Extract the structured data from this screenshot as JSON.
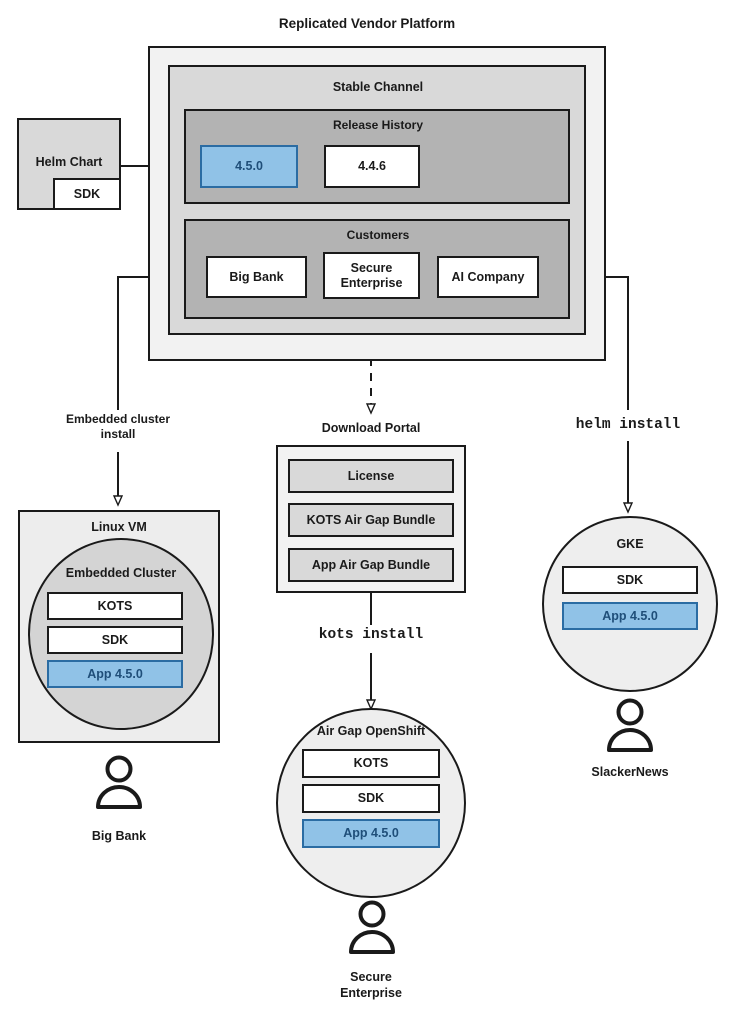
{
  "diagram": {
    "title": "Replicated Vendor Platform",
    "platform": {
      "channel_title": "Stable Channel",
      "release_history": {
        "title": "Release History",
        "releases": [
          {
            "version": "4.5.0",
            "highlighted": true
          },
          {
            "version": "4.4.6",
            "highlighted": false
          }
        ]
      },
      "customers": {
        "title": "Customers",
        "items": [
          {
            "name": "Big Bank"
          },
          {
            "name": "Secure\nEnterprise"
          },
          {
            "name": "AI Company"
          }
        ]
      }
    },
    "helm_chart": {
      "title": "Helm Chart",
      "sdk_label": "SDK"
    },
    "connectors": {
      "embedded_cluster_install": "Embedded cluster\ninstall",
      "kots_install": "kots install",
      "helm_install": "helm install"
    },
    "download_portal": {
      "title": "Download Portal",
      "artifacts": [
        "License",
        "KOTS Air Gap Bundle",
        "App Air Gap Bundle"
      ]
    },
    "environments": [
      {
        "id": "linux-vm",
        "title": "Linux VM",
        "inner_title": "Embedded Cluster",
        "components": [
          {
            "label": "KOTS",
            "highlighted": false
          },
          {
            "label": "SDK",
            "highlighted": false
          },
          {
            "label": "App 4.5.0",
            "highlighted": true
          }
        ],
        "customer": "Big Bank"
      },
      {
        "id": "air-gap-openshift",
        "title": "Air Gap OpenShift",
        "components": [
          {
            "label": "KOTS",
            "highlighted": false
          },
          {
            "label": "SDK",
            "highlighted": false
          },
          {
            "label": "App 4.5.0",
            "highlighted": true
          }
        ],
        "customer": "Secure\nEnterprise"
      },
      {
        "id": "gke",
        "title": "GKE",
        "components": [
          {
            "label": "SDK",
            "highlighted": false
          },
          {
            "label": "App 4.5.0",
            "highlighted": true
          }
        ],
        "customer": "SlackerNews"
      }
    ],
    "colors": {
      "accent_fill": "#90c2e7",
      "accent_border": "#2b6ca3",
      "accent_text": "#1f4e79",
      "stroke": "#1a1a1a",
      "platform_fill": "#f2f2f2",
      "channel_fill": "#d9d9d9",
      "group_fill": "#b3b3b3",
      "circle_fill": "#eeeeee",
      "cluster_fill": "#d4d4d4"
    }
  }
}
